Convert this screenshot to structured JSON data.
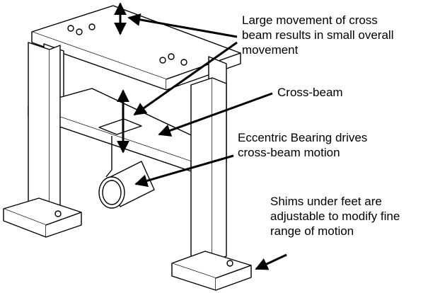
{
  "diagram": {
    "labels": {
      "large_movement": [
        "Large movement of cross",
        "beam results in small overall",
        "movement"
      ],
      "cross_beam": [
        "Cross-beam"
      ],
      "eccentric": [
        "Eccentric Bearing drives",
        "cross-beam motion"
      ],
      "shims": [
        "Shims under feet are",
        "adjustable to modify fine",
        "range of motion"
      ]
    },
    "colors": {
      "line": "#000000",
      "fill": "#ffffff"
    }
  }
}
